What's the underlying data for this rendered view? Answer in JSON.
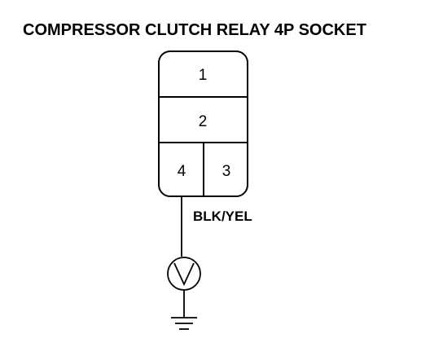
{
  "title": "COMPRESSOR CLUTCH RELAY 4P SOCKET",
  "connector": {
    "terminals": [
      {
        "number": "1"
      },
      {
        "number": "2"
      },
      {
        "number": "4"
      },
      {
        "number": "3"
      }
    ]
  },
  "wire": {
    "color_code": "BLK/YEL",
    "terminal": "4"
  },
  "meter": {
    "symbol": "V",
    "icon": "voltmeter-icon"
  },
  "ground": {
    "icon": "ground-icon"
  }
}
